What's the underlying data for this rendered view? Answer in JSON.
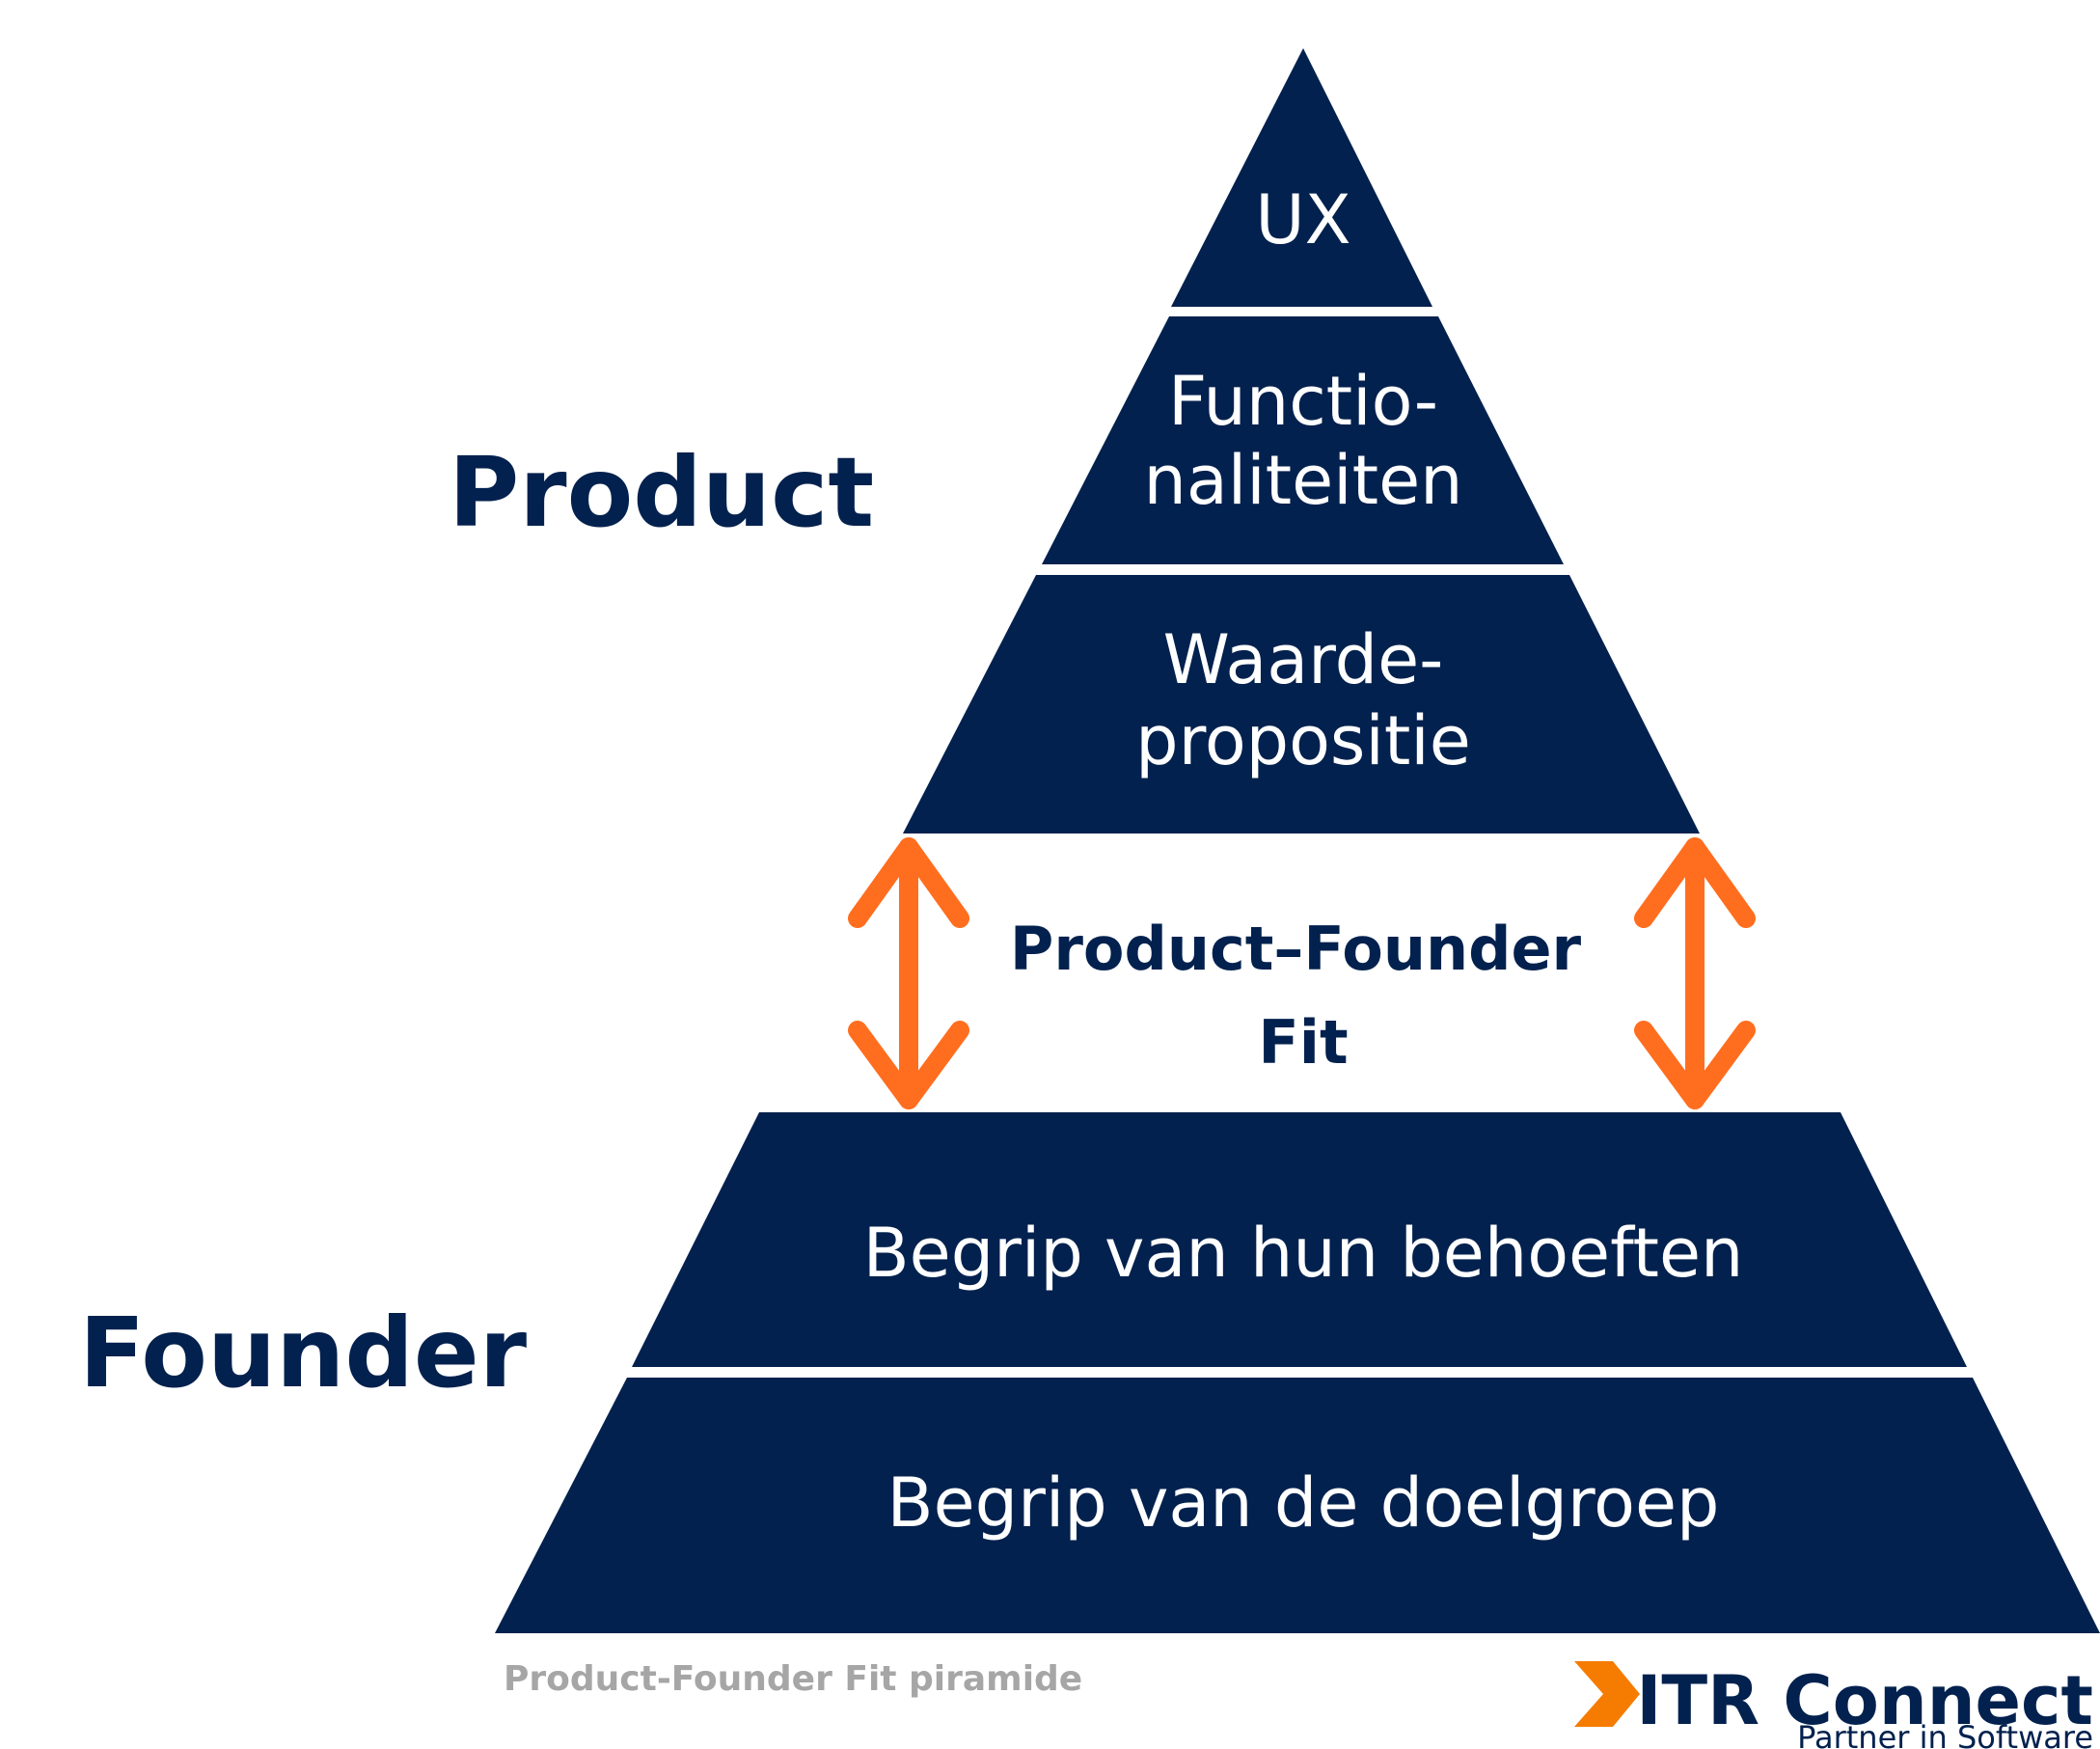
{
  "colors": {
    "navy": "#03214e",
    "orange": "#ff6e1f",
    "caption_gray": "#a6a6a6",
    "logo_orange": "#f57c00"
  },
  "side_labels": {
    "product": "Product",
    "founder": "Founder"
  },
  "tiers": {
    "ux": {
      "line1": "UX"
    },
    "functionaliteiten": {
      "line1": "Functio-",
      "line2": "naliteiten"
    },
    "waardepropositie": {
      "line1": "Waarde-",
      "line2": "propositie"
    },
    "behoeften": {
      "line1": "Begrip van hun behoeften"
    },
    "doelgroep": {
      "line1": "Begrip van de doelgroep"
    }
  },
  "fit_label": {
    "line1": "Product–Founder",
    "line2": "Fit"
  },
  "caption": "Product-Founder Fit piramide",
  "logo": {
    "name": "ITR Connect",
    "tagline": "Partner in Software",
    "icon": "chevron-arrow-icon"
  }
}
